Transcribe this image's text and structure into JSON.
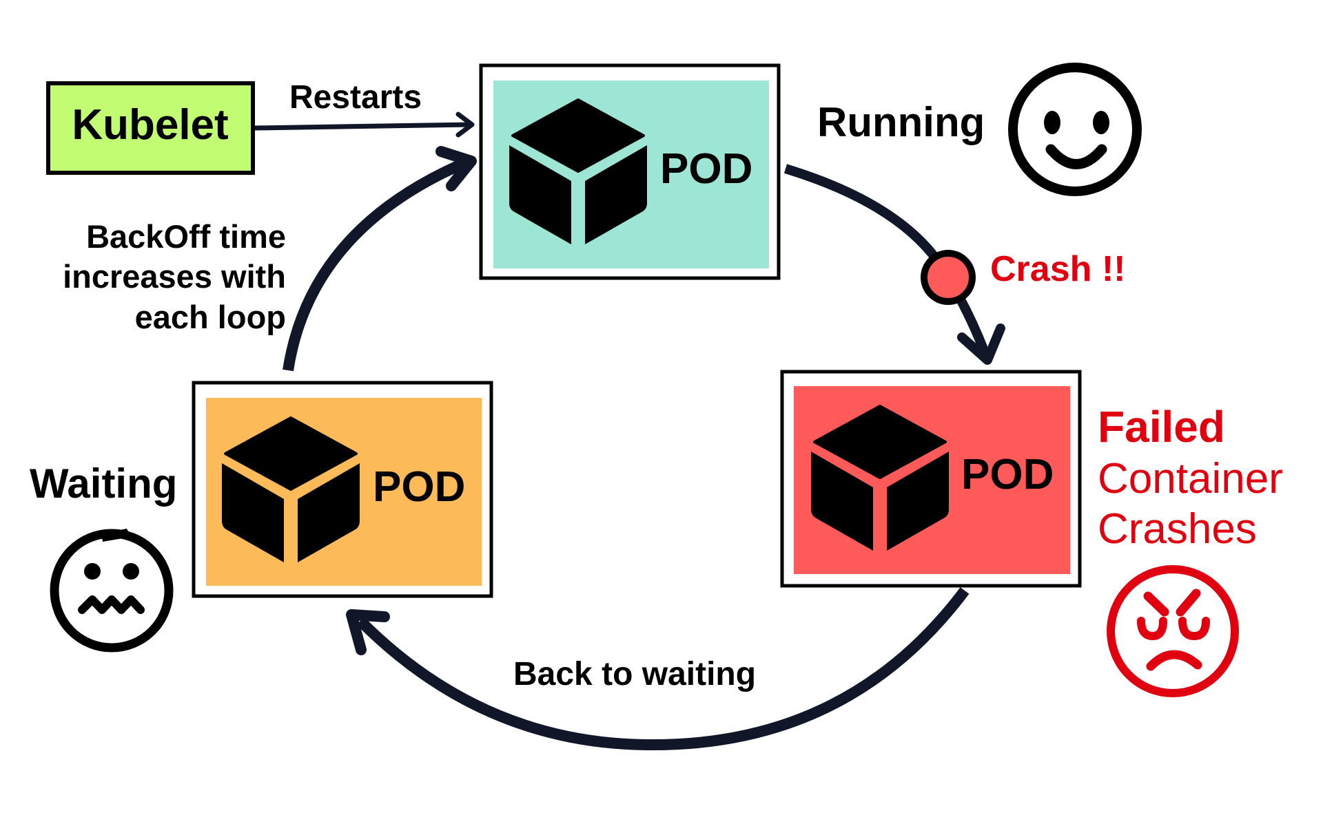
{
  "title": "Kubernetes Pod CrashLoopBackOff cycle",
  "colors": {
    "arrow": "#111629",
    "kubelet_fill": "#c2fc72",
    "running_fill": "#9de6d6",
    "waiting_fill": "#fcbb58",
    "failed_fill": "#ff5a5a",
    "alert_red": "#e0000f"
  },
  "kubelet": {
    "label": "Kubelet"
  },
  "edges": {
    "restarts": "Restarts",
    "backoff": [
      "BackOff time",
      "increases with",
      "each loop"
    ],
    "crash": "Crash !!",
    "back_to_waiting": "Back to waiting"
  },
  "pods": {
    "running": {
      "label": "POD",
      "state": "Running",
      "face": "happy-face-icon"
    },
    "failed": {
      "label": "POD",
      "state_lines": [
        "Failed",
        "Container",
        "Crashes"
      ],
      "face": "angry-face-icon"
    },
    "waiting": {
      "label": "POD",
      "state": "Waiting",
      "face": "worried-face-icon"
    }
  }
}
